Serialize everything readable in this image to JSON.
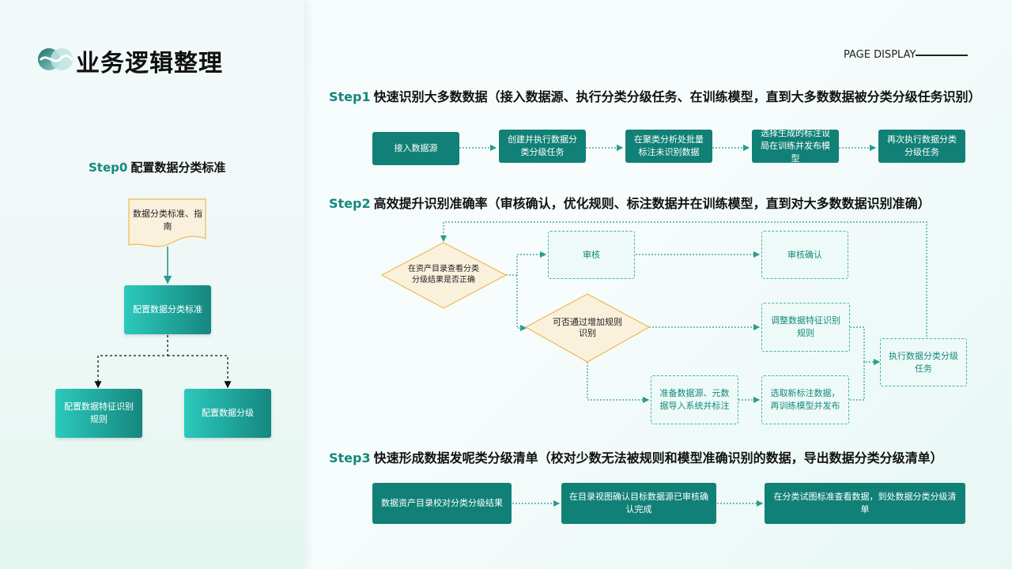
{
  "title": "业务逻辑整理",
  "page_display": "PAGE DISPLAY",
  "step0": {
    "num": "Step0",
    "title": "配置数据分类标准",
    "doc": "数据分类标准、指南",
    "config": "配置数据分类标准",
    "rule": "配置数据特征识别规则",
    "level": "配置数据分级"
  },
  "step1": {
    "num": "Step1",
    "title": "快速识别大多数数据（接入数据源、执行分类分级任务、在训练模型，直到大多数数据被分类分级任务识别）",
    "boxes": [
      "接入数据源",
      "创建并执行数据分类分级任务",
      "在聚类分析处批量标注未识别数据",
      "选择生成的标注设局在训练并发布模型",
      "再次执行数据分类分级任务"
    ]
  },
  "step2": {
    "num": "Step2",
    "title": "高效提升识别准确率（审核确认，优化规则、标注数据并在训练模型，直到对大多数数据识别准确）",
    "diamond1": "在资产目录查看分类分级结果是否正确",
    "audit": "审核",
    "audit_confirm": "审核确认",
    "diamond2": "可否通过增加规则识别",
    "adjust": "调整数据特征识别规则",
    "execute": "执行数据分类分级任务",
    "prepare": "准备数据源、元数据导入系统并标注",
    "select": "选取新标注数据，再训练模型并发布"
  },
  "step3": {
    "num": "Step3",
    "title": "快速形成数据发呢类分级清单（校对少数无法被规则和模型准确识别的数据，导出数据分类分级清单）",
    "boxes": [
      "数据资产目录校对分类分级结果",
      "在目录视图确认目标数据源已审核确认完成",
      "在分类试图标准查看数据，到处数据分类分级清单"
    ]
  },
  "colors": {
    "accent": "#14897e",
    "box": "#118076",
    "doc_fill": "#faf1dd",
    "doc_stroke": "#f0b94e"
  }
}
